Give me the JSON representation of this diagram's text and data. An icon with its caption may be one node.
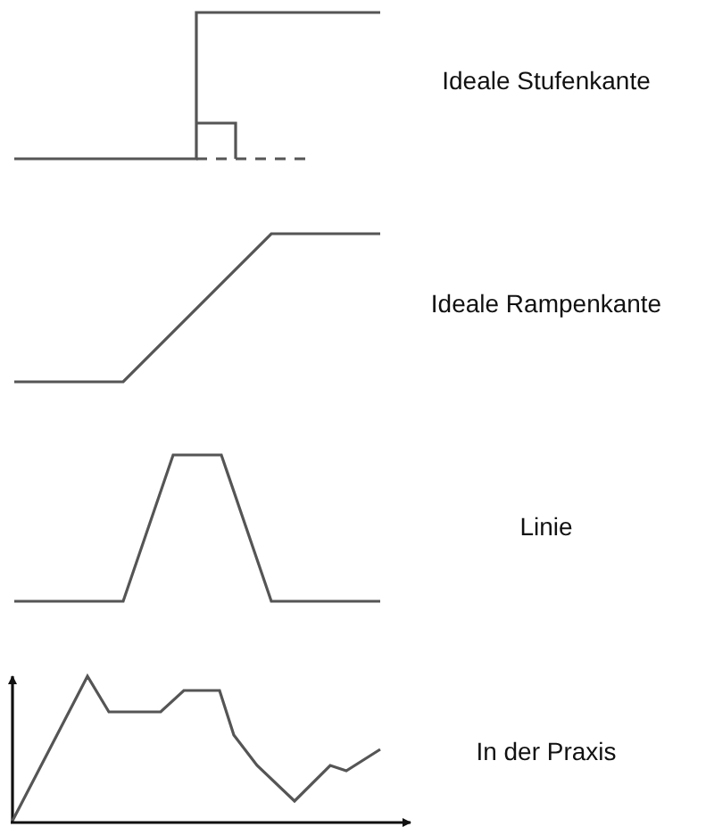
{
  "diagram": {
    "labels": [
      "Ideale Stufenkante",
      "Ideale Rampenkante",
      "Linie",
      "In der Praxis"
    ]
  }
}
